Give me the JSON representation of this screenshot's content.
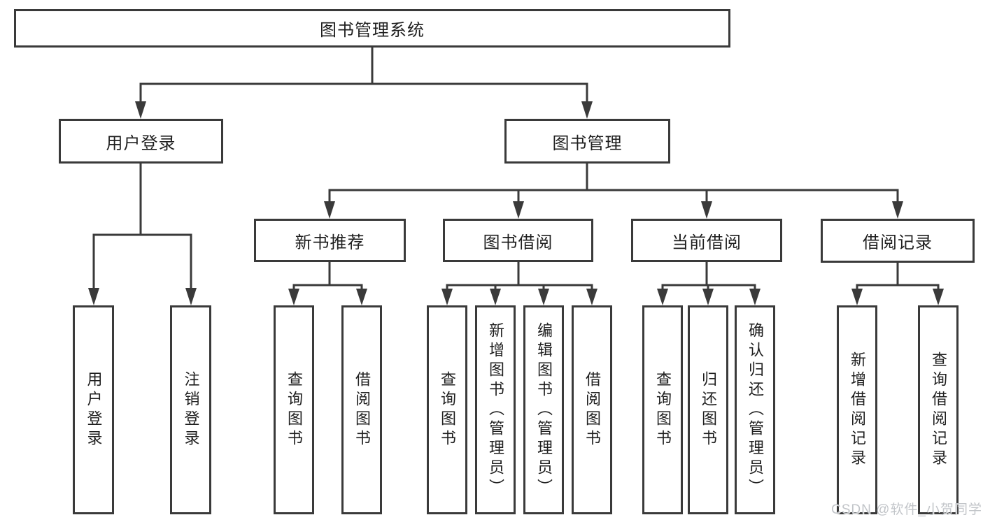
{
  "tree": {
    "root": {
      "label": "图书管理系统"
    },
    "level2": [
      {
        "label": "用户登录",
        "children": [
          {
            "label": "用户登录"
          },
          {
            "label": "注销登录"
          }
        ]
      },
      {
        "label": "图书管理",
        "children": [
          {
            "label": "新书推荐",
            "children": [
              {
                "label": "查询图书"
              },
              {
                "label": "借阅图书"
              }
            ]
          },
          {
            "label": "图书借阅",
            "children": [
              {
                "label": "查询图书"
              },
              {
                "label": "新增图书（管理员）"
              },
              {
                "label": "编辑图书（管理员）"
              },
              {
                "label": "借阅图书"
              }
            ]
          },
          {
            "label": "当前借阅",
            "children": [
              {
                "label": "查询图书"
              },
              {
                "label": "归还图书"
              },
              {
                "label": "确认归还（管理员）"
              }
            ]
          },
          {
            "label": "借阅记录",
            "children": [
              {
                "label": "新增借阅记录"
              },
              {
                "label": "查询借阅记录"
              }
            ]
          }
        ]
      }
    ]
  },
  "watermark": {
    "text": "CSDN @软件_小贺同学"
  },
  "colors": {
    "line": "#3a3a3a",
    "box_border": "#3a3a3a",
    "text": "#1f1f1f",
    "background": "#ffffff",
    "watermark": "#c2c5c9"
  }
}
